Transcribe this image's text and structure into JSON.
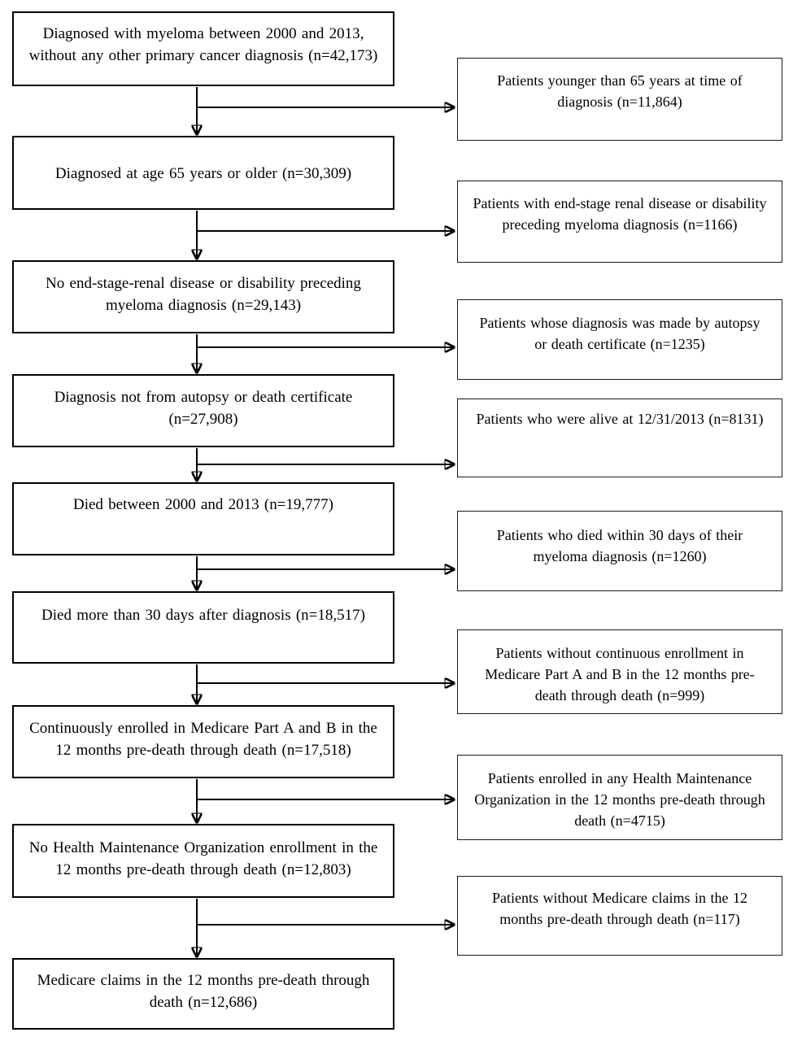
{
  "flowchart": {
    "colors": {
      "box_border": "#000000",
      "background": "#ffffff",
      "text": "#000000",
      "arrow": "#000000"
    },
    "main_steps": [
      {
        "text": "Diagnosed with myeloma between 2000 and 2013,\nwithout any other primary cancer diagnosis (n=42,173)"
      },
      {
        "text": "Diagnosed at age 65 years or older (n=30,309)"
      },
      {
        "text": "No end-stage-renal disease or disability preceding\nmyeloma diagnosis (n=29,143)"
      },
      {
        "text": "Diagnosis not from autopsy or death certificate\n(n=27,908)"
      },
      {
        "text": "Died between 2000 and 2013 (n=19,777)"
      },
      {
        "text": "Died more than 30 days after diagnosis (n=18,517)"
      },
      {
        "text": "Continuously enrolled in Medicare Part A and B in the\n12 months pre-death through death (n=17,518)"
      },
      {
        "text": "No Health Maintenance Organization enrollment in the\n12 months pre-death through death (n=12,803)"
      },
      {
        "text": "Medicare claims in the 12 months pre-death through\ndeath (n=12,686)"
      }
    ],
    "exclusions": [
      {
        "text": "Patients younger than 65 years at time of\ndiagnosis (n=11,864)"
      },
      {
        "text": "Patients with end-stage renal disease or disability\npreceding myeloma diagnosis (n=1166)"
      },
      {
        "text": "Patients whose diagnosis was made by autopsy\nor death certificate (n=1235)"
      },
      {
        "text": "Patients who were alive at 12/31/2013 (n=8131)"
      },
      {
        "text": "Patients who died within 30 days of their\nmyeloma diagnosis (n=1260)"
      },
      {
        "text": "Patients without continuous enrollment in\nMedicare Part A and B in the 12 months pre-\ndeath through death (n=999)"
      },
      {
        "text": "Patients enrolled in any Health Maintenance\nOrganization in the 12 months pre-death through\ndeath (n=4715)"
      },
      {
        "text": "Patients without Medicare claims in the 12\nmonths pre-death through death (n=117)"
      }
    ]
  }
}
